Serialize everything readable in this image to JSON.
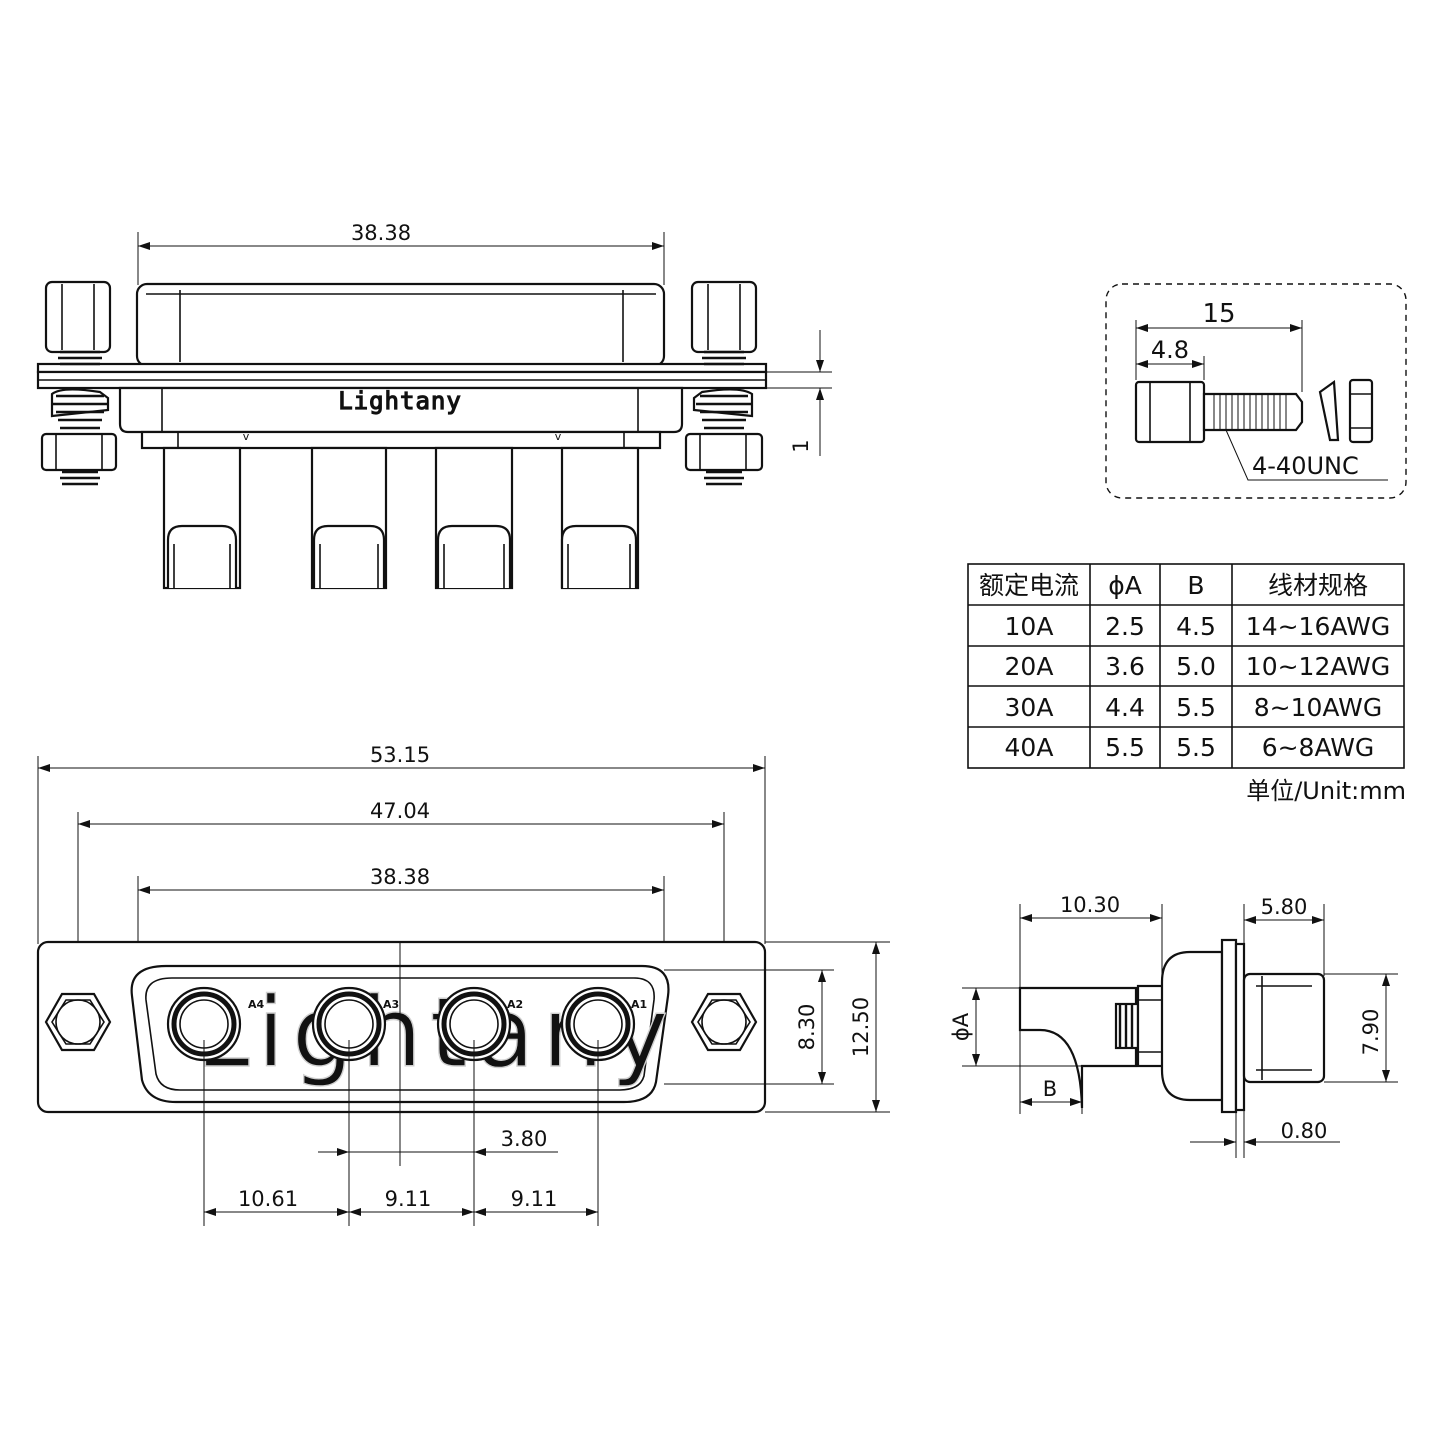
{
  "logo": "Lightany",
  "top_view": {
    "width_dim": "38.38",
    "height_dim": "1"
  },
  "screw_detail": {
    "length_dim": "15",
    "head_dim": "4.8",
    "thread_label": "4-40UNC"
  },
  "front_view": {
    "overall_width": "53.15",
    "hole_spacing": "47.04",
    "shell_width": "38.38",
    "inner_height": "8.30",
    "overall_height": "12.50",
    "offset": "3.80",
    "pitch_1": "10.61",
    "pitch_2": "9.11",
    "pitch_3": "9.11",
    "pin_labels": [
      "A4",
      "A3",
      "A2",
      "A1"
    ]
  },
  "side_view": {
    "contact_length": "10.30",
    "nut_width": "5.80",
    "nut_height": "7.90",
    "flange_thickness": "0.80",
    "dia_label": "ϕA",
    "b_label": "B"
  },
  "spec_table": {
    "headers": [
      "额定电流",
      "ϕA",
      "B",
      "线材规格"
    ],
    "rows": [
      [
        "10A",
        "2.5",
        "4.5",
        "14~16AWG"
      ],
      [
        "20A",
        "3.6",
        "5.0",
        "10~12AWG"
      ],
      [
        "30A",
        "4.4",
        "5.5",
        "8~10AWG"
      ],
      [
        "40A",
        "5.5",
        "5.5",
        "6~8AWG"
      ]
    ],
    "unit_note": "单位/Unit:mm"
  }
}
